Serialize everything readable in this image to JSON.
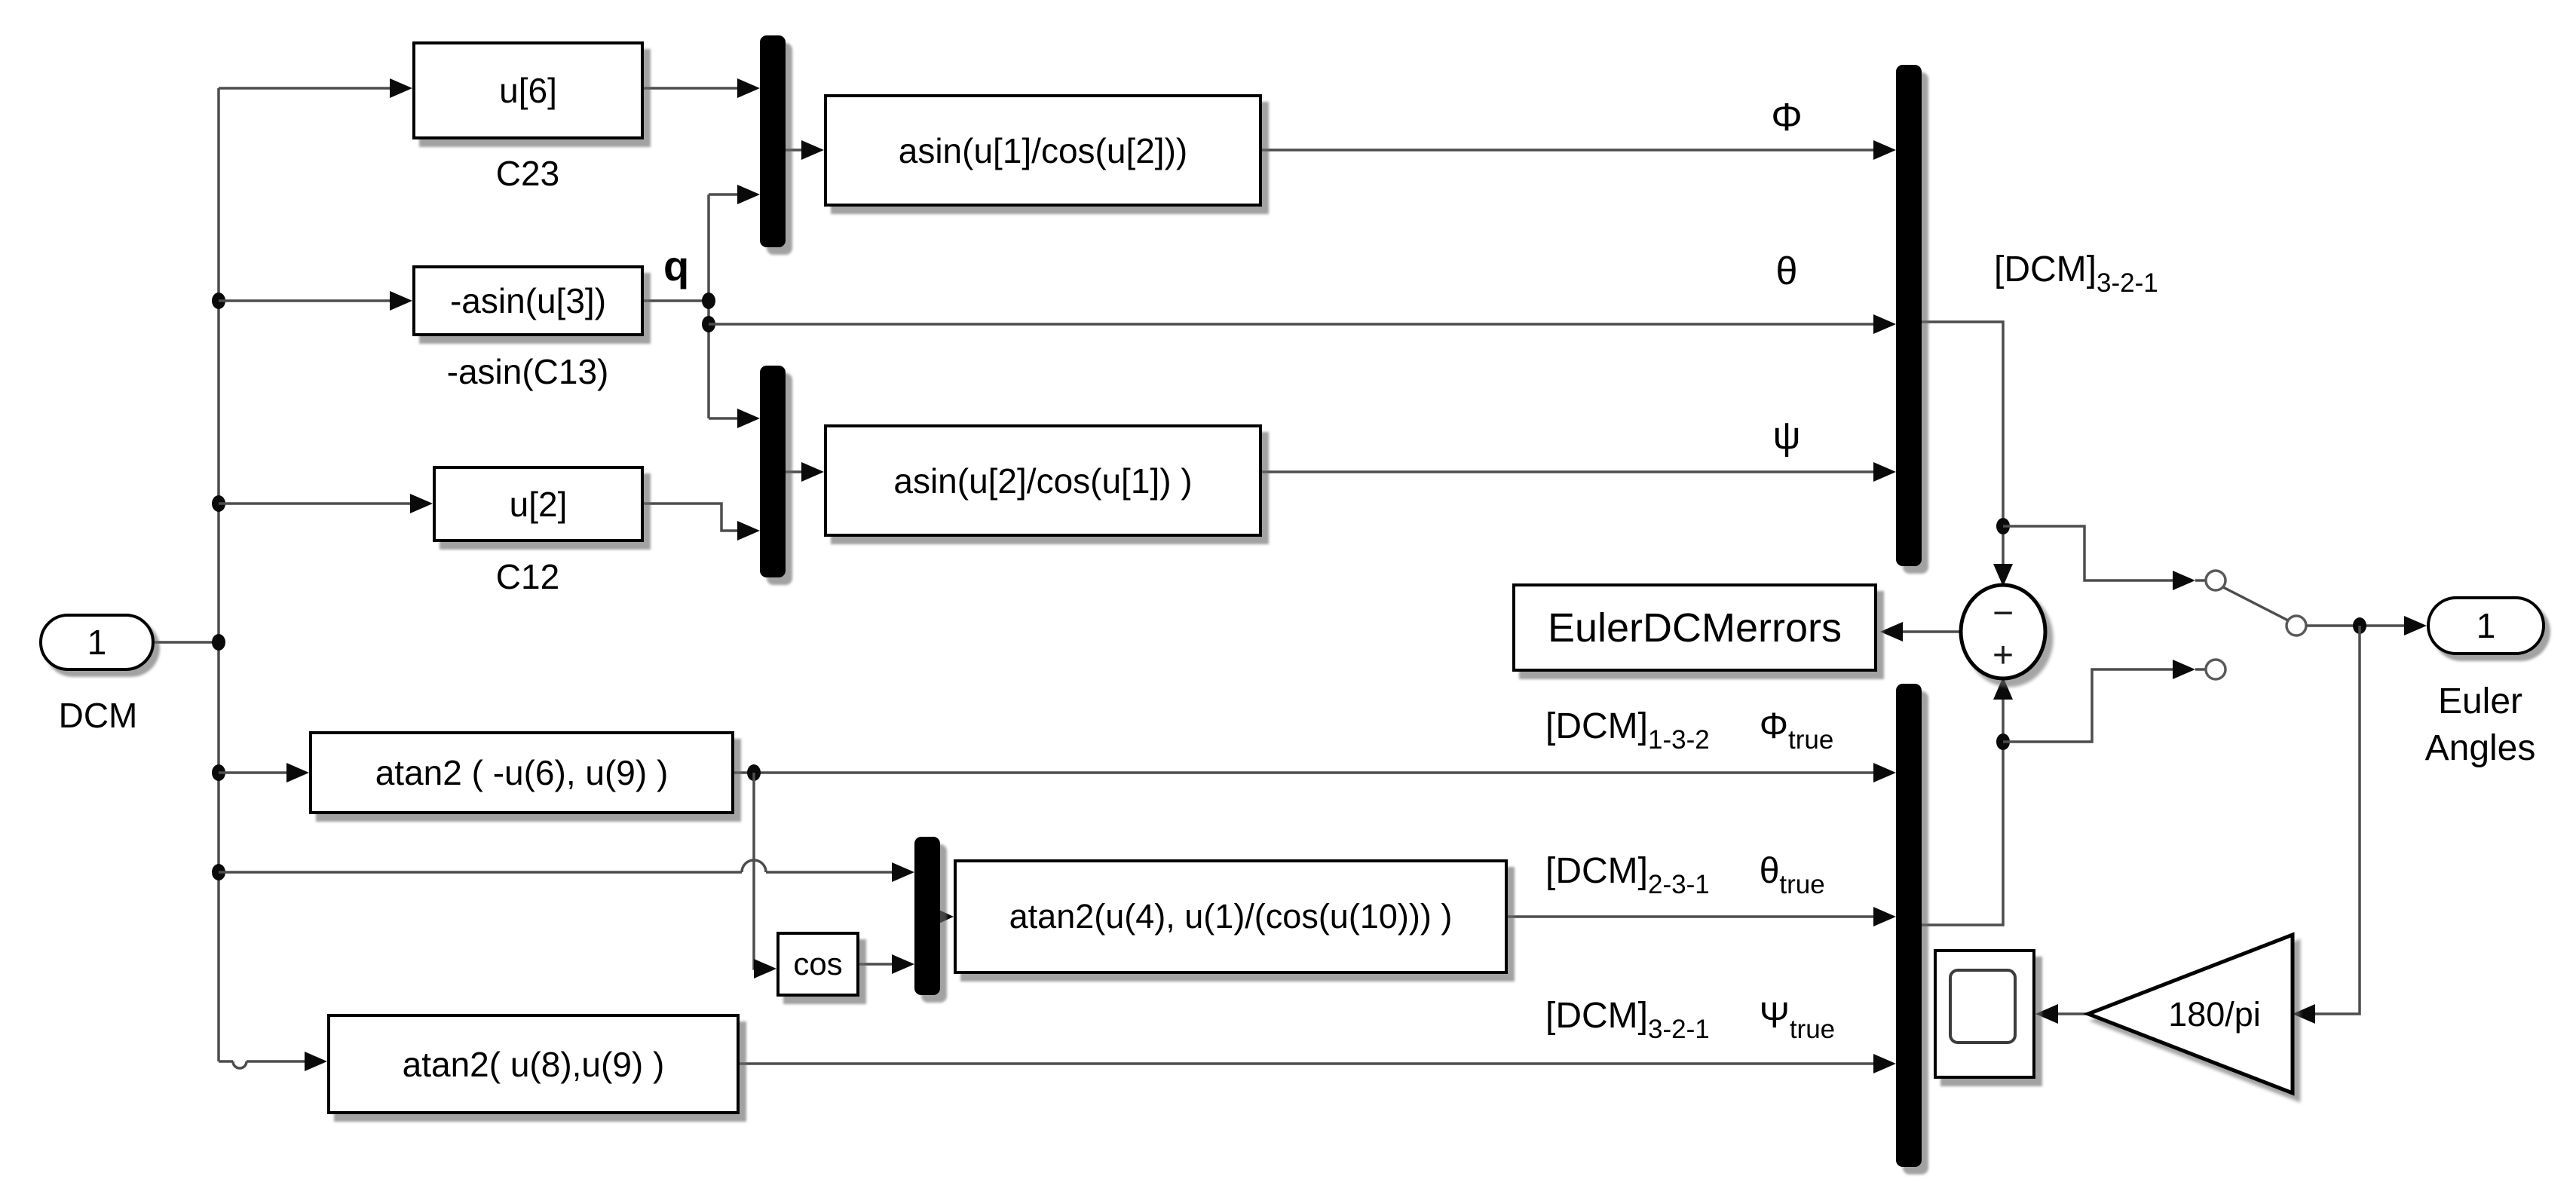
{
  "diagram_title": "DCM to Euler Angles Simulink diagram",
  "colors": {
    "background": "#ffffff",
    "wire": "#4d4d4d",
    "block_border": "#000000",
    "mux_fill": "#000000"
  },
  "inport": {
    "number": "1",
    "label": "DCM"
  },
  "outport": {
    "number": "1",
    "label_line1": "Euler",
    "label_line2": "Angles"
  },
  "blocks": {
    "u6": {
      "text": "u[6]",
      "caption": "C23"
    },
    "asin_u3": {
      "text": "-asin(u[3])",
      "caption": "-asin(C13)"
    },
    "u2": {
      "text": "u[2]",
      "caption": "C12"
    },
    "asin_phi": {
      "text": "asin(u[1]/cos(u[2]))"
    },
    "asin_psi": {
      "text": "asin(u[2]/cos(u[1]) )"
    },
    "atan2_phi_true": {
      "text": "atan2 ( -u(6), u(9) )"
    },
    "cos": {
      "text": "cos"
    },
    "atan2_theta_true": {
      "text": "atan2(u(4), u(1)/(cos(u(10))) )"
    },
    "atan2_psi_true": {
      "text": "atan2( u(8),u(9) )"
    },
    "euler_dcm_errors": {
      "text": "EulerDCMerrors"
    },
    "gain": {
      "text": "180/pi"
    }
  },
  "sum": {
    "top_sign": "−",
    "bottom_sign": "+"
  },
  "labels": {
    "q": "q",
    "phi": "Φ",
    "theta": "θ",
    "psi": "ψ",
    "dcm_321": {
      "base": "[DCM]",
      "sub": "3-2-1"
    },
    "phi_true": {
      "base": "[DCM]",
      "sub": "1-3-2",
      "angle": "Φ",
      "angle_sub": "true"
    },
    "theta_true": {
      "base": "[DCM]",
      "sub": "2-3-1",
      "angle": "θ",
      "angle_sub": "true"
    },
    "psi_true": {
      "base": "[DCM]",
      "sub": "3-2-1",
      "angle": "Ψ",
      "angle_sub": "true"
    }
  }
}
